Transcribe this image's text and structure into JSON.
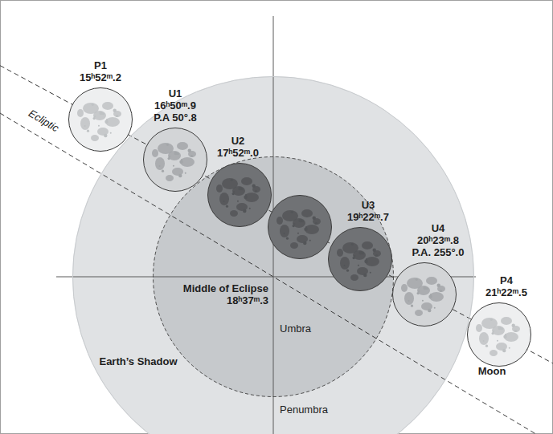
{
  "diagram": {
    "nodes": [
      {
        "text": [
          "Earth’s Shadow",
          "Penumbra"
        ]
      },
      {
        "text": [
          "Umbra"
        ],
        "in": 0
      },
      {
        "text": [
          "P1",
          "15ʰ52ᵐ.2"
        ]
      },
      {
        "text": [
          "U1",
          "16ʰ50ᵐ.9",
          "P.A 50°.8"
        ],
        "in": 0
      },
      {
        "text": [
          "U2",
          "17ʰ52ᵐ.0"
        ],
        "in": 1
      },
      {
        "text": [
          "Middle of Eclipse",
          "18ʰ37ᵐ.3"
        ],
        "in": 1
      },
      {
        "text": [
          "U3",
          "19ʰ22ᵐ.7"
        ],
        "in": 1
      },
      {
        "text": [
          "U4",
          "20ʰ23ᵐ.8",
          "P.A. 255°.0"
        ],
        "in": 0
      },
      {
        "text": [
          "P4",
          "21ʰ22ᵐ.5"
        ]
      }
    ],
    "labels": [
      "Ecliptic",
      "Moon"
    ]
  }
}
